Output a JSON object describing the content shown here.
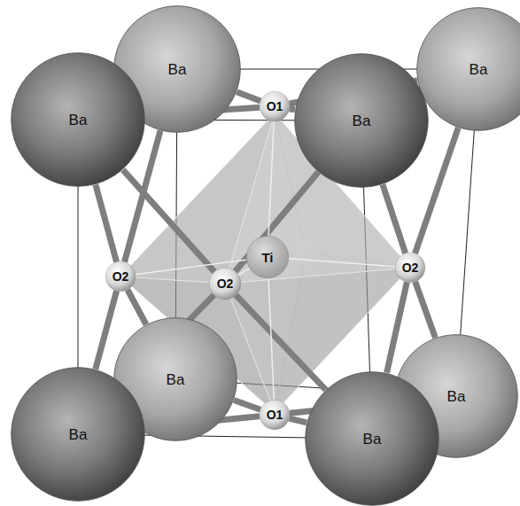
{
  "diagram": {
    "nodes": [
      {
        "text": [
          "Ba"
        ]
      },
      {
        "text": [
          "O1"
        ]
      },
      {
        "text": [
          "Ba"
        ]
      },
      {
        "text": [
          "Ba"
        ]
      },
      {
        "text": [
          "Ba"
        ]
      },
      {
        "text": [
          "O2"
        ]
      },
      {
        "text": [
          "Ti"
        ]
      },
      {
        "text": [
          "O2"
        ]
      },
      {
        "text": [
          "O2"
        ]
      },
      {
        "text": [
          "Ba"
        ]
      },
      {
        "text": [
          "O1"
        ]
      },
      {
        "text": [
          "Ba"
        ]
      },
      {
        "text": [
          "Ba"
        ]
      },
      {
        "text": [
          "Ba"
        ]
      }
    ],
    "edges": [
      {
        "from": 0,
        "to": 1,
        "arrow": "none"
      },
      {
        "from": 2,
        "to": 1,
        "arrow": "none"
      },
      {
        "from": 3,
        "to": 1,
        "arrow": "none"
      },
      {
        "from": 4,
        "to": 1,
        "arrow": "none"
      },
      {
        "from": 3,
        "to": 5,
        "arrow": "none"
      },
      {
        "from": 12,
        "to": 5,
        "arrow": "none"
      },
      {
        "from": 0,
        "to": 5,
        "arrow": "none"
      },
      {
        "from": 9,
        "to": 5,
        "arrow": "none"
      },
      {
        "from": 3,
        "to": 7,
        "arrow": "none"
      },
      {
        "from": 4,
        "to": 7,
        "arrow": "none"
      },
      {
        "from": 12,
        "to": 7,
        "arrow": "none"
      },
      {
        "from": 13,
        "to": 7,
        "arrow": "none"
      },
      {
        "from": 4,
        "to": 8,
        "arrow": "none"
      },
      {
        "from": 2,
        "to": 8,
        "arrow": "none"
      },
      {
        "from": 13,
        "to": 8,
        "arrow": "none"
      },
      {
        "from": 11,
        "to": 8,
        "arrow": "none"
      },
      {
        "from": 9,
        "to": 10,
        "arrow": "none"
      },
      {
        "from": 11,
        "to": 10,
        "arrow": "none"
      },
      {
        "from": 12,
        "to": 10,
        "arrow": "none"
      },
      {
        "from": 13,
        "to": 10,
        "arrow": "none"
      },
      {
        "from": 6,
        "to": 1,
        "arrow": "none"
      },
      {
        "from": 6,
        "to": 5,
        "arrow": "none"
      },
      {
        "from": 6,
        "to": 7,
        "arrow": "none"
      },
      {
        "from": 6,
        "to": 8,
        "arrow": "none"
      },
      {
        "from": 6,
        "to": 10,
        "arrow": "none"
      }
    ]
  }
}
